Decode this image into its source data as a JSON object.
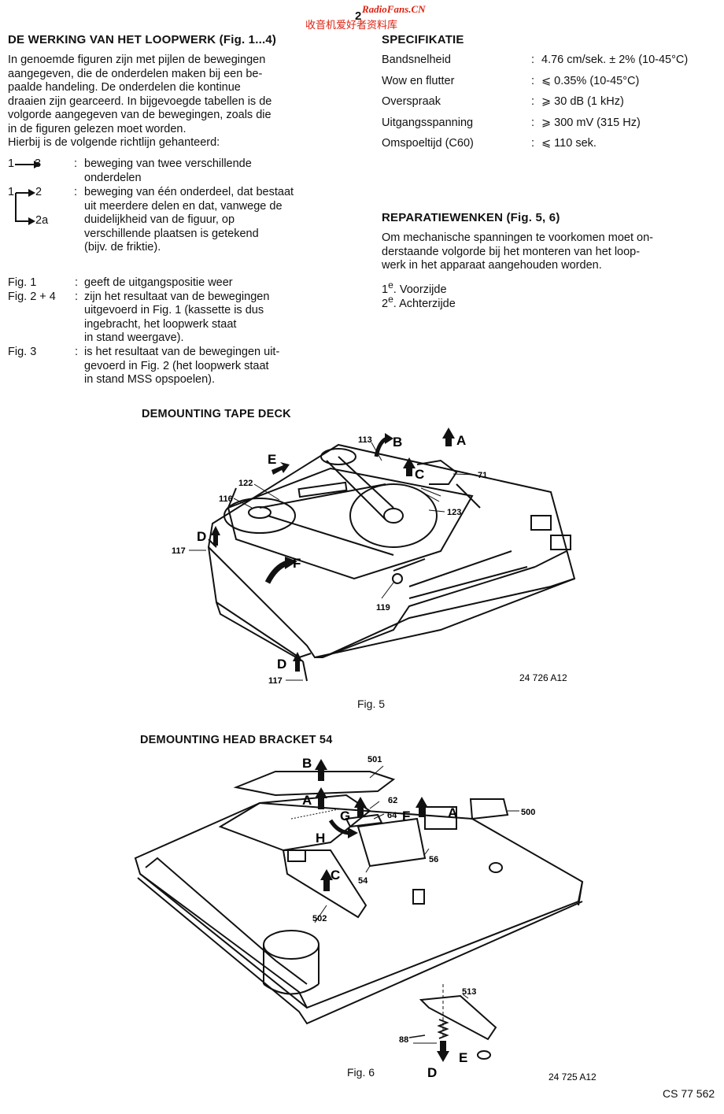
{
  "watermark": {
    "site": "RadioFans.CN",
    "cn": "收音机爱好者资料库"
  },
  "page_number": "2",
  "left": {
    "heading": "DE WERKING VAN HET LOOPWERK (Fig. 1...4)",
    "paragraph": [
      "In genoemde figuren zijn met pijlen de bewegingen",
      "aangegeven, die de onderdelen maken bij een be-",
      "paalde handeling. De onderdelen die kontinue",
      "draaien zijn gearceerd. In bijgevoegde tabellen is de",
      "volgorde aangegeven van de bewegingen, zoals die",
      "in de figuren gelezen moet worden.",
      "Hierbij is de volgende richtlijn gehanteerd:"
    ],
    "arrow1": {
      "from": "1",
      "to": "3",
      "lines": [
        "beweging van twee verschillende",
        "onderdelen"
      ]
    },
    "arrow2": {
      "from": "1",
      "to": "2",
      "to2": "2a",
      "lines": [
        "beweging van één onderdeel, dat bestaat",
        "uit meerdere delen en dat, vanwege de",
        "duidelijkheid van de figuur, op",
        "verschillende plaatsen is getekend",
        "(bijv. de friktie)."
      ]
    },
    "figs": [
      {
        "key": "Fig. 1",
        "lines": [
          "geeft de uitgangspositie weer"
        ]
      },
      {
        "key": "Fig. 2 + 4",
        "lines": [
          "zijn het resultaat van de bewegingen",
          "uitgevoerd in Fig. 1 (kassette is dus",
          "ingebracht, het loopwerk staat",
          "in stand weergave)."
        ]
      },
      {
        "key": "Fig. 3",
        "lines": [
          "is het resultaat van de bewegingen uit-",
          "gevoerd in Fig. 2 (het loopwerk staat",
          "in stand MSS opspoelen)."
        ]
      }
    ]
  },
  "spec": {
    "heading": "SPECIFIKATIE",
    "rows": [
      {
        "label": "Bandsnelheid",
        "value": "4.76 cm/sek. ± 2% (10-45°C)"
      },
      {
        "label": "Wow en flutter",
        "value": "⩽ 0.35% (10-45°C)"
      },
      {
        "label": "Overspraak",
        "value": "⩾ 30 dB (1 kHz)"
      },
      {
        "label": "Uitgangsspanning",
        "value": "⩾ 300 mV (315 Hz)"
      },
      {
        "label": "Omspoeltijd (C60)",
        "value": "⩽ 110 sek."
      }
    ]
  },
  "repair": {
    "heading": "REPARATIEWENKEN (Fig. 5, 6)",
    "lines": [
      "Om mechanische spanningen te voorkomen moet on-",
      "derstaande volgorde bij het monteren van het loop-",
      "werk in het apparaat aangehouden worden."
    ],
    "steps": [
      {
        "n": "1",
        "sup": "e",
        "text": "Voorzijde"
      },
      {
        "n": "2",
        "sup": "e",
        "text": "Achterzijde"
      }
    ]
  },
  "fig5": {
    "title": "DEMOUNTING TAPE DECK",
    "caption": "Fig. 5",
    "code": "24 726 A12",
    "labels": {
      "A": "A",
      "B": "B",
      "C": "C",
      "D": "D",
      "E": "E",
      "F": "F",
      "n113": "113",
      "n71": "71",
      "n122": "122",
      "n116": "116",
      "n123": "123",
      "n117": "117",
      "n119": "119"
    }
  },
  "fig6": {
    "title": "DEMOUNTING HEAD BRACKET 54",
    "caption": "Fig. 6",
    "code": "24 725 A12",
    "labels": {
      "A": "A",
      "B": "B",
      "C": "C",
      "D": "D",
      "E": "E",
      "F": "F",
      "G": "G",
      "H": "H",
      "n501": "501",
      "n62": "62",
      "n64": "64",
      "n500": "500",
      "n54": "54",
      "n56": "56",
      "n502": "502",
      "n513": "513",
      "n88": "88"
    }
  },
  "doc_code": "CS 77 562"
}
